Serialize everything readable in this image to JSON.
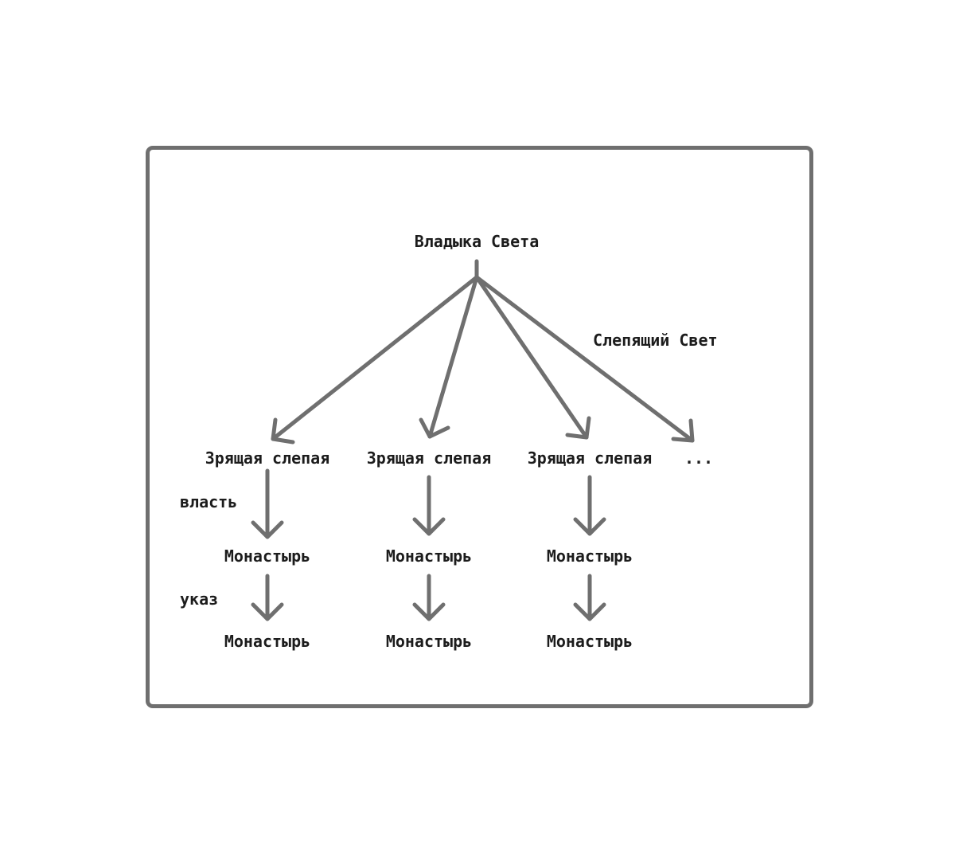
{
  "diagram": {
    "root": "Владыка Света",
    "branch_label": "Слепящий Свет",
    "seers": [
      "Зрящая слепая",
      "Зрящая слепая",
      "Зрящая слепая"
    ],
    "more": "...",
    "edge_label_power": "власть",
    "edge_label_decree": "указ",
    "monasteries_level1": [
      "Монастырь",
      "Монастырь",
      "Монастырь"
    ],
    "monasteries_level2": [
      "Монастырь",
      "Монастырь",
      "Монастырь"
    ],
    "colors": {
      "stroke": "#6f6f6f",
      "text": "#1c1c1c",
      "background": "#ffffff"
    }
  }
}
